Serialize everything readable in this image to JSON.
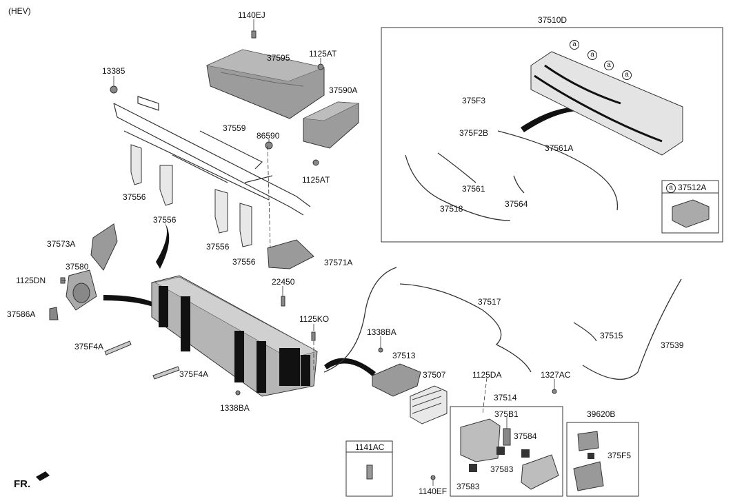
{
  "variant": "(HEV)",
  "front_marker": "FR.",
  "callout_letter": "a",
  "labels": {
    "p1140EJ": "1140EJ",
    "p37595": "37595",
    "p1125AT_top": "1125AT",
    "p37590A": "37590A",
    "p13385": "13385",
    "p37559": "37559",
    "p86590": "86590",
    "p1125AT_bot": "1125AT",
    "p37556_a": "37556",
    "p37556_b": "37556",
    "p37556_c": "37556",
    "p37556_d": "37556",
    "p37573A": "37573A",
    "p37580": "37580",
    "p1125DN": "1125DN",
    "p37586A": "37586A",
    "p37571A": "37571A",
    "p22450": "22450",
    "p1125KO": "1125KO",
    "p375F4A_a": "375F4A",
    "p375F4A_b": "375F4A",
    "p1338BA_a": "1338BA",
    "p1338BA_b": "1338BA",
    "p37513": "37513",
    "p37507": "37507",
    "p37517": "37517",
    "p37515": "37515",
    "p37539": "37539",
    "p1125DA": "1125DA",
    "p1327AC": "1327AC",
    "p37514": "37514",
    "p375B1": "375B1",
    "p37584": "37584",
    "p37583_a": "37583",
    "p37583_b": "37583",
    "p1140EF": "1140EF",
    "p1141AC": "1141AC",
    "p39620B": "39620B",
    "p375F5": "375F5",
    "p37510D": "37510D",
    "p375F3": "375F3",
    "p375F2B": "375F2B",
    "p37561A": "37561A",
    "p37561": "37561",
    "p37564": "37564",
    "p37518": "37518",
    "p37512A": "37512A"
  },
  "colors": {
    "line": "#222222",
    "part_gray": "#9a9a9a",
    "part_dark": "#1a1a1a",
    "part_light": "#cfcfcf"
  }
}
